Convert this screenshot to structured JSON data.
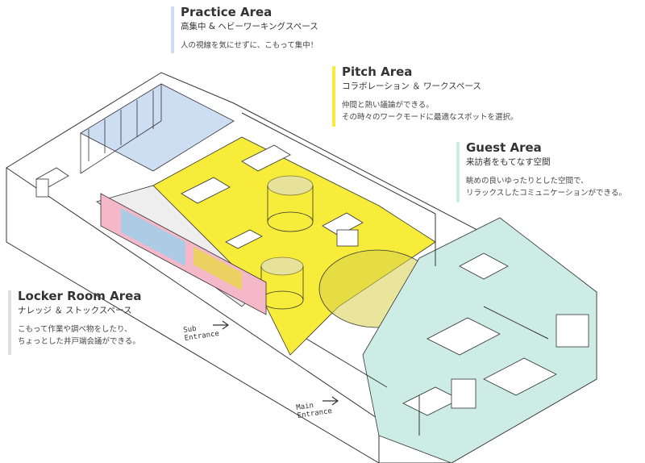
{
  "areas": {
    "practice": {
      "title": "Practice Area",
      "subtitle": "高集中 & ヘビーワーキングスペース",
      "description": [
        "人の視線を気にせずに、こもって集中！"
      ],
      "color": "#cdddf2"
    },
    "pitch": {
      "title": "Pitch Area",
      "subtitle": "コラボレーション ＆ ワークスペース",
      "description": [
        "仲間と熱い議論ができる。",
        "その時々のワークモードに最適なスポットを選択。"
      ],
      "color": "#f7ec3a"
    },
    "guest": {
      "title": "Guest Area",
      "subtitle": "来訪者をもてなす空間",
      "description": [
        "眺めの良いゆったりとした空間で、",
        "リラックスしたコミュニケーションができる。"
      ],
      "color": "#cdece6"
    },
    "locker": {
      "title": "Locker Room Area",
      "subtitle": "ナレッジ ＆ ストックスペース",
      "description": [
        "こもって作業や調べ物をしたり、",
        "ちょっとした井戸端会議ができる。"
      ],
      "color": "#dddddd"
    }
  },
  "entrances": {
    "sub": [
      "Sub",
      "Entrance"
    ],
    "main": [
      "Main",
      "Entrance"
    ]
  }
}
